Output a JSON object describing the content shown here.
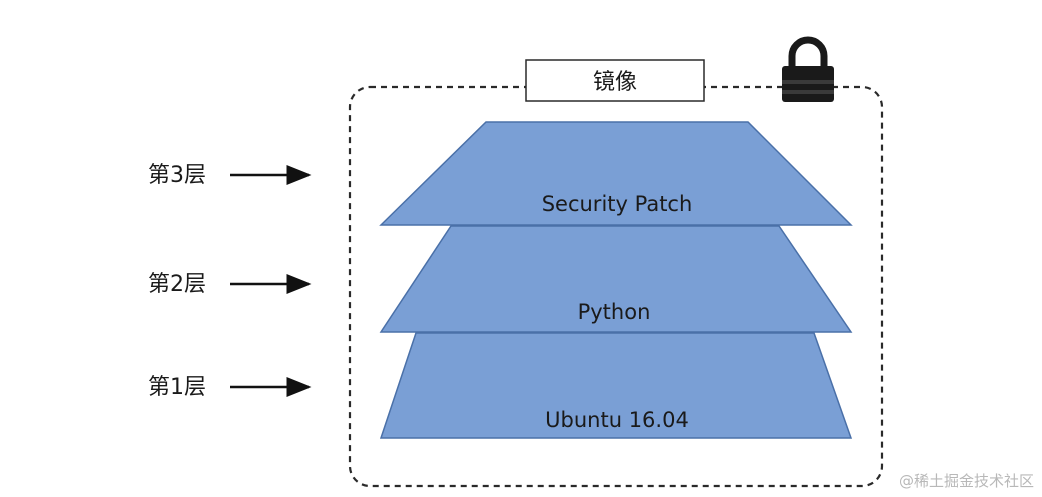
{
  "image": {
    "title": "镜像",
    "lock_icon": "lock-icon"
  },
  "layers": [
    {
      "side_label": "第3层",
      "name": "Security Patch"
    },
    {
      "side_label": "第2层",
      "name": "Python"
    },
    {
      "side_label": "第1层",
      "name": "Ubuntu 16.04"
    }
  ],
  "colors": {
    "layer_fill": "#7a9fd5",
    "layer_stroke": "#4a70a8",
    "border": "#2a2a2a",
    "arrow": "#111111"
  },
  "watermark": "@稀土掘金技术社区"
}
